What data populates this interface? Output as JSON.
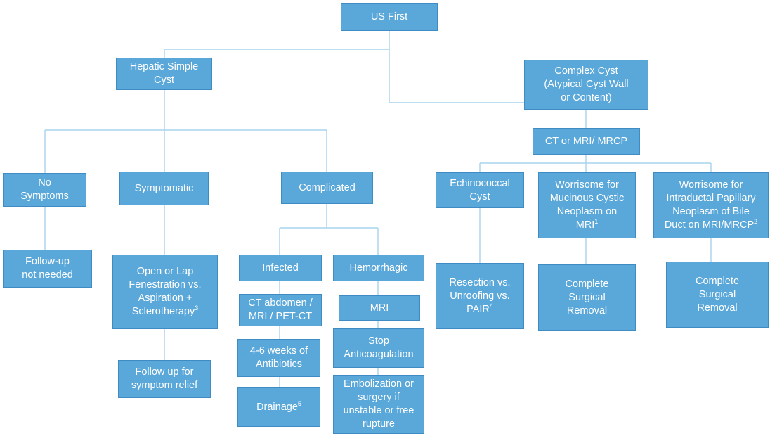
{
  "colors": {
    "node_fill": "#5aa7d9",
    "node_border": "#3f8cc4",
    "connector": "#a9d3ee",
    "text": "#ffffff",
    "background": "#ffffff"
  },
  "nodes": {
    "us_first": {
      "lines": [
        "US First"
      ]
    },
    "hepatic_simple_cyst": {
      "lines": [
        "Hepatic Simple",
        "Cyst"
      ]
    },
    "complex_cyst": {
      "lines": [
        "Complex Cyst",
        "(Atypical Cyst Wall",
        "or Content)"
      ]
    },
    "ct_mri_mrcp": {
      "lines": [
        "CT or MRI/ MRCP"
      ]
    },
    "no_symptoms": {
      "lines": [
        "No",
        "Symptoms"
      ]
    },
    "symptomatic": {
      "lines": [
        "Symptomatic"
      ]
    },
    "complicated": {
      "lines": [
        "Complicated"
      ]
    },
    "followup_not_needed": {
      "lines": [
        "Follow-up",
        "not needed"
      ]
    },
    "open_or_lap": {
      "lines": [
        "Open or Lap",
        "Fenestration vs.",
        "Aspiration +",
        "Sclerotherapy"
      ],
      "sup": "3"
    },
    "followup_symptom_relief": {
      "lines": [
        "Follow up for",
        "symptom relief"
      ]
    },
    "infected": {
      "lines": [
        "Infected"
      ]
    },
    "hemorrhagic": {
      "lines": [
        "Hemorrhagic"
      ]
    },
    "ct_abdomen": {
      "lines": [
        "CT abdomen /",
        "MRI / PET-CT"
      ]
    },
    "mri": {
      "lines": [
        "MRI"
      ]
    },
    "antibiotics": {
      "lines": [
        "4-6 weeks of",
        "Antibiotics"
      ]
    },
    "stop_anticoagulation": {
      "lines": [
        "Stop",
        "Anticoagulation"
      ]
    },
    "drainage": {
      "lines": [
        "Drainage"
      ],
      "sup": "5"
    },
    "embolization": {
      "lines": [
        "Embolization or",
        "surgery if",
        "unstable or free",
        "rupture"
      ]
    },
    "echinococcal_cyst": {
      "lines": [
        "Echinococcal",
        "Cyst"
      ]
    },
    "worrisome_mucinous": {
      "lines": [
        "Worrisome for",
        "Mucinous Cystic",
        "Neoplasm on",
        "MRI"
      ],
      "sup": "1"
    },
    "worrisome_intraductal": {
      "lines": [
        "Worrisome for",
        "Intraductal Papillary",
        "Neoplasm of Bile",
        "Duct on MRI/MRCP"
      ],
      "sup": "2"
    },
    "resection_unroofing": {
      "lines": [
        "Resection vs.",
        "Unroofing vs.",
        "PAIR"
      ],
      "sup": "4"
    },
    "complete_removal_1": {
      "lines": [
        "Complete",
        "Surgical",
        "Removal"
      ]
    },
    "complete_removal_2": {
      "lines": [
        "Complete",
        "Surgical",
        "Removal"
      ]
    }
  }
}
